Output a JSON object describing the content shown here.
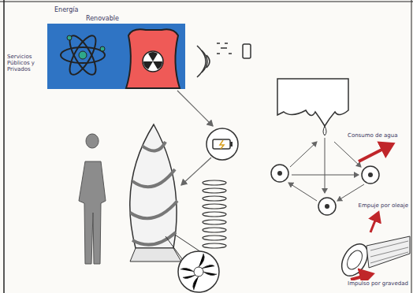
{
  "diagram": {
    "labels": [
      "Energía",
      "Renovable",
      "Servicios Públicos y Privados",
      "Consumo de agua",
      "Empuje por oleaje",
      "Impulso por gravedad"
    ]
  }
}
